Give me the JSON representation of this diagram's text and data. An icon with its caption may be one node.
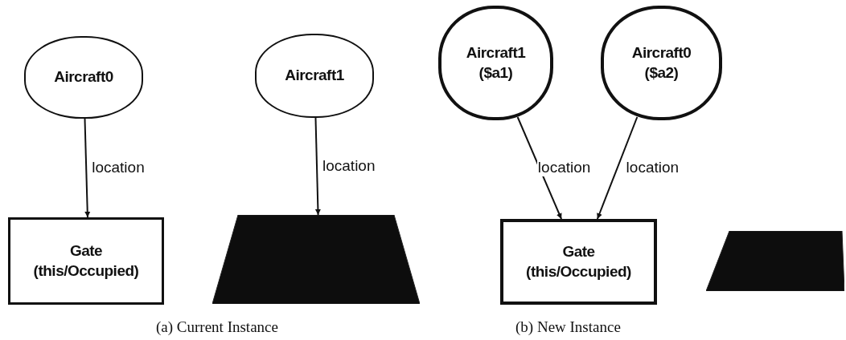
{
  "diagram": {
    "nodes": [
      {
        "text": [
          "Aircraft0"
        ]
      },
      {
        "text": [
          "Gate (this/Occupied)"
        ]
      },
      {
        "text": [
          "Aircraft1"
        ]
      },
      {
        "text": [],
        "shape": "trapezoid"
      },
      {
        "text": [
          "Aircraft1 ($a1)"
        ]
      },
      {
        "text": [
          "Aircraft0 ($a2)"
        ]
      },
      {
        "text": [
          "Gate (this/Occupied)"
        ]
      },
      {
        "text": [],
        "shape": "trapezoid"
      }
    ],
    "edges": [
      {
        "from": 0,
        "to": 1,
        "arrow": "to",
        "label": "location"
      },
      {
        "from": 2,
        "to": 3,
        "arrow": "to",
        "label": "location"
      },
      {
        "from": 4,
        "to": 6,
        "arrow": "to",
        "label": "location"
      },
      {
        "from": 5,
        "to": 6,
        "arrow": "to",
        "label": "location"
      }
    ],
    "labels": [
      "(a) Current Instance",
      "(b) New Instance"
    ]
  }
}
